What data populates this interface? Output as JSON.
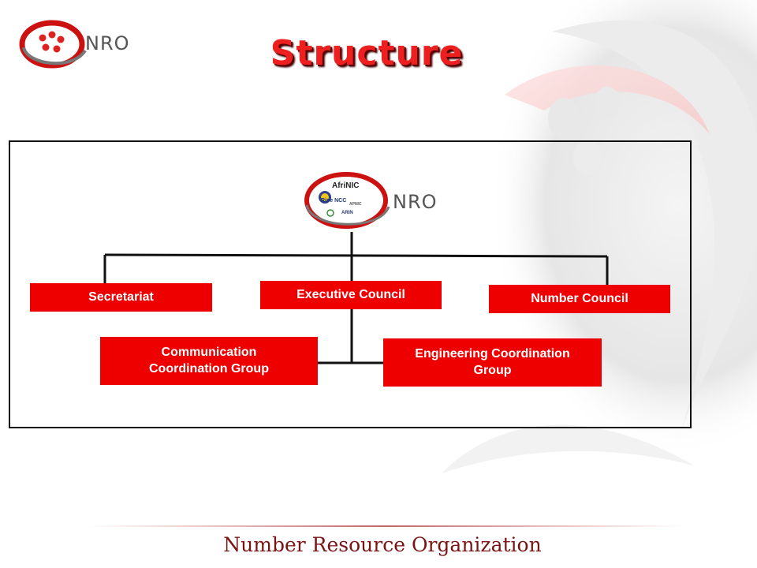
{
  "slide": {
    "title": "Structure",
    "footer": "Number Resource Organization"
  },
  "logo": {
    "wordmark": "NRO",
    "rir_labels": [
      "AfriNIC",
      "Ripe NCC",
      "APNIC",
      "ARIN"
    ]
  },
  "org_chart": {
    "nodes": {
      "secretariat": "Secretariat",
      "executive_council": "Executive Council",
      "number_council": "Number Council",
      "communication_group": "Communication Coordination Group",
      "engineering_group": "Engineering Coordination Group"
    }
  },
  "colors": {
    "accent": "#ee0000",
    "title": "#ee1f1f",
    "footer": "#7a1313"
  }
}
